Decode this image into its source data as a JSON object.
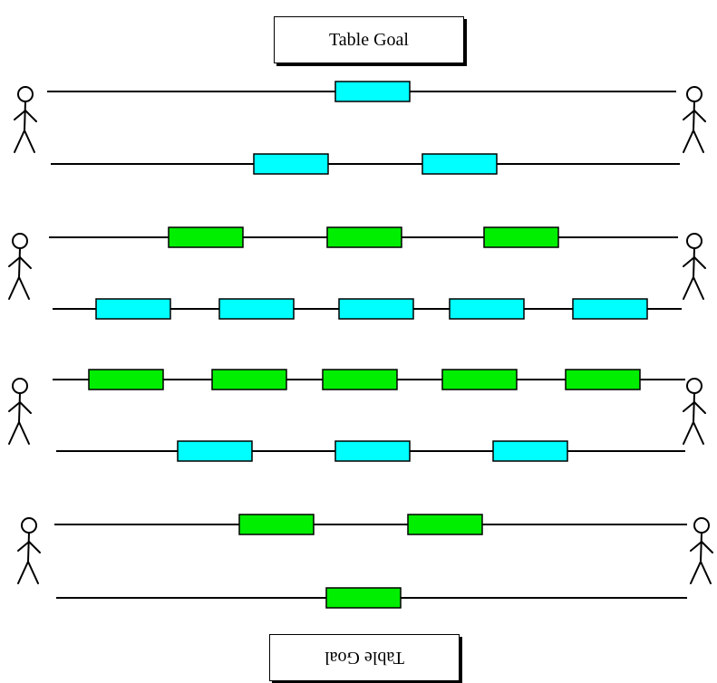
{
  "goals": {
    "top_label": "Table Goal",
    "bottom_label": "Table Goal"
  },
  "colors": {
    "team_a": "#00ffff",
    "team_b": "#00ee00",
    "line": "#000000"
  },
  "rods": [
    {
      "color": "team_a",
      "pieces": 1
    },
    {
      "color": "team_a",
      "pieces": 2
    },
    {
      "color": "team_b",
      "pieces": 3
    },
    {
      "color": "team_a",
      "pieces": 5
    },
    {
      "color": "team_b",
      "pieces": 5
    },
    {
      "color": "team_a",
      "pieces": 3
    },
    {
      "color": "team_b",
      "pieces": 2
    },
    {
      "color": "team_b",
      "pieces": 1
    }
  ],
  "players_per_side": 4
}
